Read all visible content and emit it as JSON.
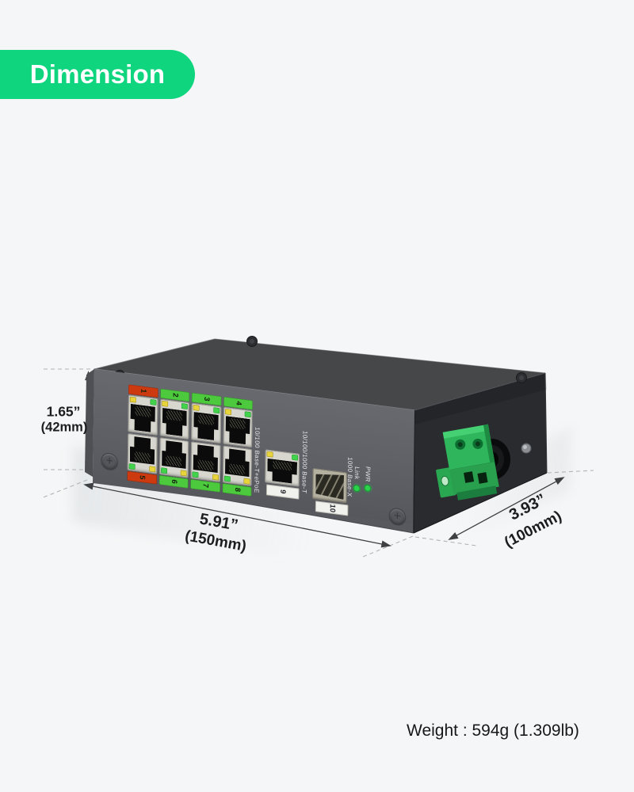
{
  "badge": {
    "label": "Dimension"
  },
  "annotations": {
    "height": {
      "inches": "1.65”",
      "metric": "(42mm)"
    },
    "width": {
      "inches": "5.91”",
      "metric": "(150mm)"
    },
    "depth": {
      "inches": "3.93”",
      "metric": "(100mm)"
    },
    "weight": "Weight : 594g (1.309lb)"
  },
  "device": {
    "front_panel": {
      "poe_ports": [
        {
          "label": "1",
          "color": "red"
        },
        {
          "label": "2",
          "color": "green"
        },
        {
          "label": "3",
          "color": "green"
        },
        {
          "label": "4",
          "color": "green"
        },
        {
          "label": "5",
          "color": "red"
        },
        {
          "label": "6",
          "color": "green"
        },
        {
          "label": "7",
          "color": "green"
        },
        {
          "label": "8",
          "color": "green"
        }
      ],
      "poe_caption": "10/100 Base-T+ePoE",
      "uplink_port": {
        "label": "9",
        "caption": "10/100/1000 Base-T"
      },
      "sfp_port": {
        "label": "10",
        "caption": "1000 Base-X"
      },
      "status_leds": [
        {
          "label": "Link"
        },
        {
          "label": "PWR"
        }
      ]
    }
  },
  "colors": {
    "background": "#f5f6f7",
    "badge_green": "#0ed57e",
    "port_label_green": "#4cc93c",
    "port_label_red": "#ce3a10",
    "led_yellow": "#e7d33b",
    "led_green": "#43d24c",
    "status_led_green": "#2ed14b",
    "chassis_front": "#5e6066",
    "chassis_top": "#454749",
    "chassis_side": "#292b2e",
    "terminal_block_green": "#2fb55b"
  }
}
